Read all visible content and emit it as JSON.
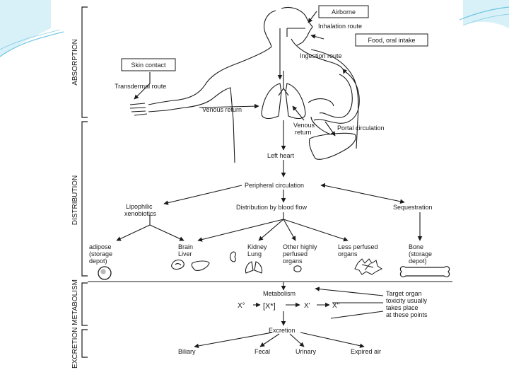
{
  "accent": {
    "swoosh": "#3fb4d8",
    "line": "#1a1a1a"
  },
  "phases": {
    "absorption": "ABSORPTION",
    "distribution": "DISTRIBUTION",
    "excretion": "EXCRETION METABOLISM"
  },
  "absorption": {
    "airborne": "Airborne",
    "inhalation": "Inhalation route",
    "food": "Food, oral intake",
    "ingestion": "Ingestion route",
    "skin": "Skin contact",
    "transdermal": "Transdermal route",
    "venous_return_left": "Venous return",
    "venous_return_right_1": "Venous",
    "venous_return_right_2": "return",
    "portal": "Portal circulation"
  },
  "distribution": {
    "left_heart": "Left heart",
    "peripheral": "Peripheral circulation",
    "lipophilic_1": "Lipophilic",
    "lipophilic_2": "xenobiotics",
    "blood_flow": "Distribution by blood flow",
    "sequestration": "Sequestration",
    "adipose_1": "adipose",
    "adipose_2": "(storage",
    "adipose_3": "depot)",
    "brain": "Brain",
    "liver": "Liver",
    "kidney": "Kidney",
    "lung": "Lung",
    "other_1": "Other highly",
    "other_2": "perfused",
    "other_3": "organs",
    "less_1": "Less perfused",
    "less_2": "organs",
    "bone_1": "Bone",
    "bone_2": "(storage",
    "bone_3": "depot)"
  },
  "metabolism": {
    "title": "Metabolism",
    "x0": "X°",
    "xstar": "[X*]",
    "x1": "X'",
    "x2": "X\"",
    "target_1": "Target organ",
    "target_2": "toxicity usually",
    "target_3": "takes place",
    "target_4": "at these points"
  },
  "excretion": {
    "title": "Excretion",
    "biliary": "Biliary",
    "fecal": "Fecal",
    "urinary": "Urinary",
    "expired": "Expired air"
  }
}
